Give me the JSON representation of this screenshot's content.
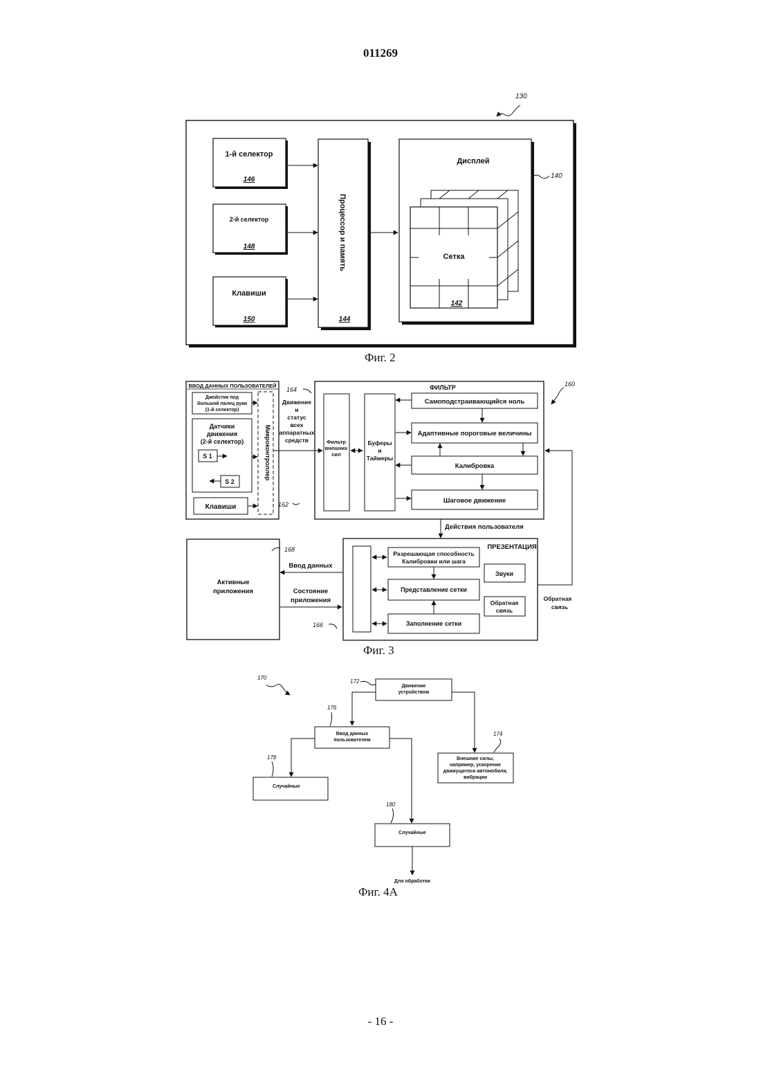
{
  "document_number": "011269",
  "page_footer": "- 16 -",
  "fig2": {
    "caption": "Фиг. 2",
    "ref_device": "130",
    "ref_display": "140",
    "selector1": "1-й селектор",
    "selector1_ref": "146",
    "selector2": "2-й селектор",
    "selector2_ref": "148",
    "keys": "Клавиши",
    "keys_ref": "150",
    "processor": "Процессор и память",
    "processor_ref": "144",
    "display": "Дисплей",
    "grid": "Сетка",
    "grid_ref": "142"
  },
  "fig3": {
    "caption": "Фиг. 3",
    "ref_system": "160",
    "ref_input": "162",
    "ref_filter": "164",
    "ref_presentation": "166",
    "ref_apps": "168",
    "user_input_title": "ВВОД ДАННЫХ ПОЛЬЗОВАТЕЛЕЙ",
    "joystick_l1": "Джойстик под",
    "joystick_l2": "большой палец руки",
    "joystick_l3": "(1-й селектор)",
    "motion_sensors_l1": "Датчики",
    "motion_sensors_l2": "движения",
    "motion_sensors_l3": "(2-й селектор)",
    "s1": "S 1",
    "s2": "S 2",
    "keys": "Клавиши",
    "microcontroller": "Микроконтроллер",
    "motion_status_l1": "Движение",
    "motion_status_l2": "и",
    "motion_status_l3": "статус",
    "motion_status_l4": "всех",
    "motion_status_l5": "аппаратных",
    "motion_status_l6": "средств",
    "filter_title": "ФИЛЬТР",
    "ext_filter_l1": "Фильтр",
    "ext_filter_l2": "внешних",
    "ext_filter_l3": "сил",
    "buffers_l1": "Буферы",
    "buffers_l2": "и",
    "buffers_l3": "Таймеры",
    "self_zero": "Самоподстраивающийся ноль",
    "adaptive": "Адаптивные пороговые величины",
    "calibration": "Калибровка",
    "step_motion": "Шаговое движение",
    "user_actions": "Действия пользователя",
    "presentation_title": "ПРЕЗЕНТАЦИЯ",
    "resolution_l1": "Разрешающая способность",
    "resolution_l2": "Калибровки или шага",
    "grid_view": "Представление сетки",
    "grid_fill": "Заполнение сетки",
    "sounds": "Звуки",
    "feedback_box_l1": "Обратная",
    "feedback_box_l2": "связь",
    "feedback_l1": "Обратная",
    "feedback_l2": "связь",
    "active_apps_l1": "Активные",
    "active_apps_l2": "приложения",
    "data_input": "Ввод данных",
    "app_state_l1": "Состояние",
    "app_state_l2": "приложения"
  },
  "fig4a": {
    "caption": "Фиг. 4А",
    "ref_root": "170",
    "ref_device_motion": "172",
    "ref_external": "174",
    "ref_user_input": "176",
    "ref_random1": "178",
    "ref_random2": "180",
    "device_motion_l1": "Движение",
    "device_motion_l2": "устройством",
    "user_input_l1": "Ввод данных",
    "user_input_l2": "пользователем",
    "external_l1": "Внешние силы,",
    "external_l2": "например, ускорение",
    "external_l3": "движущегося автомобиля,",
    "external_l4": "вибрации",
    "random1": "Случайные",
    "random2": "Случайные",
    "for_processing": "Для обработки"
  }
}
